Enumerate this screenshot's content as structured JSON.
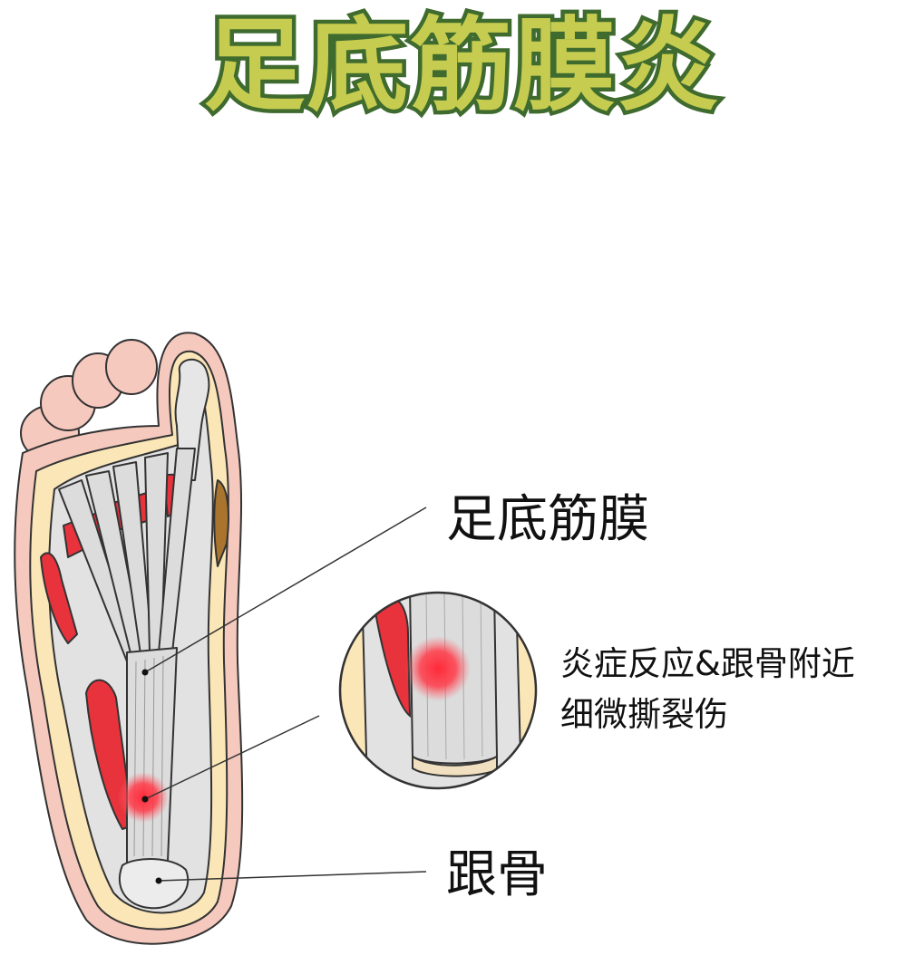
{
  "title": "足底筋膜炎",
  "labels": {
    "fascia": "足底筋膜",
    "inflammation_line1": "炎症反应&跟骨附近",
    "inflammation_line2": "细微撕裂伤",
    "heel_bone": "跟骨"
  },
  "colors": {
    "title_fill": "#c6cc4f",
    "title_stroke": "#3f6b2f",
    "skin": "#f6c9be",
    "fat": "#fbe6b8",
    "tissue": "#e2e2e2",
    "muscle": "#e8333c"
  }
}
